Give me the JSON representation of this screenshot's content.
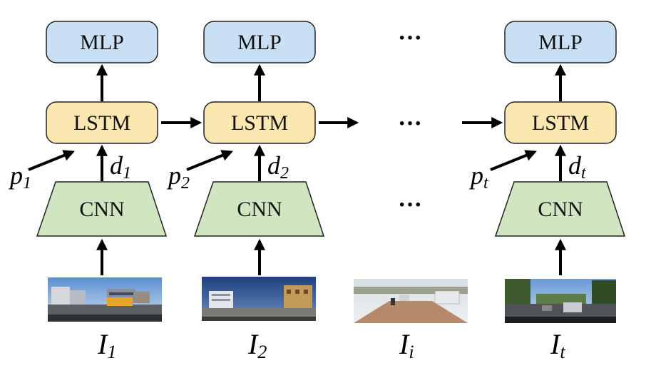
{
  "colors": {
    "mlp_fill": "#c9e0f4",
    "lstm_fill": "#fbe7b0",
    "cnn_fill": "#cfe6c0",
    "stroke": "#222222"
  },
  "ellipsis": "···",
  "columns": [
    {
      "mlp": "MLP",
      "lstm": "LSTM",
      "cnn": "CNN",
      "p": "p",
      "p_sub": "1",
      "d": "d",
      "d_sub": "1",
      "img": "I",
      "img_sub": "1",
      "thumb": "street-scene-modern-buildings-bus"
    },
    {
      "mlp": "MLP",
      "lstm": "LSTM",
      "cnn": "CNN",
      "p": "p",
      "p_sub": "2",
      "d": "d",
      "d_sub": "2",
      "img": "I",
      "img_sub": "2",
      "thumb": "street-scene-apartment-buildings"
    },
    {
      "img": "I",
      "img_sub": "i",
      "thumb": "dirt-road-with-vehicles-and-bike"
    },
    {
      "mlp": "MLP",
      "lstm": "LSTM",
      "cnn": "CNN",
      "p": "p",
      "p_sub": "t",
      "d": "d",
      "d_sub": "t",
      "img": "I",
      "img_sub": "t",
      "thumb": "tree-lined-road-with-cars"
    }
  ]
}
